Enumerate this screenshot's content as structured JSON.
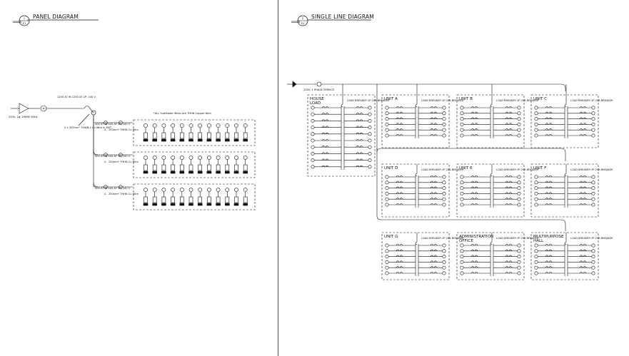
{
  "left": {
    "number": "1",
    "sheet": "E1",
    "title": "PANEL DIAGRAM",
    "source": "230V, 1ɸ, 2WIRE 60Hz",
    "main_breaker": "1200 AT IN 1200 AF 2P, 240 V",
    "feeder": "2 x 325mm² THWN-2 Cu Wire in EMT",
    "bus_header": "*ALL Subfeeder Wires are THHN Copper Wire",
    "branches": [
      {
        "breaker": "400 AT IN 400 AF 2P, 240 V",
        "wire": "4 - 250mm² THHN Cu Wire"
      },
      {
        "breaker": "400 AT IN 400 AF 2P, 240 V",
        "wire": "4 - 250mm² THHN Cu Wire"
      },
      {
        "breaker": "400 AT IN 400 AF 2P, 240 V",
        "wire": "4 - 250mm² THHN Cu Wire"
      }
    ]
  },
  "right": {
    "number": "2",
    "sheet": "E1",
    "title": "SINGLE LINE DIAGRAM",
    "service": "230V, 1 PHASE SERVICE",
    "panel_note": "LOAD BREAKER 2P 20A BREAKER",
    "units": [
      {
        "label": "HOUSE LOAD"
      },
      {
        "label": "UNIT A"
      },
      {
        "label": "UNIT B"
      },
      {
        "label": "UNIT C"
      },
      {
        "label": "UNIT D"
      },
      {
        "label": "UNIT E"
      },
      {
        "label": "UNIT F"
      },
      {
        "label": "UNIT G"
      },
      {
        "label": "ADMINISTRATION OFFICE"
      },
      {
        "label": "MULTIPURPOSE HALL"
      }
    ]
  }
}
